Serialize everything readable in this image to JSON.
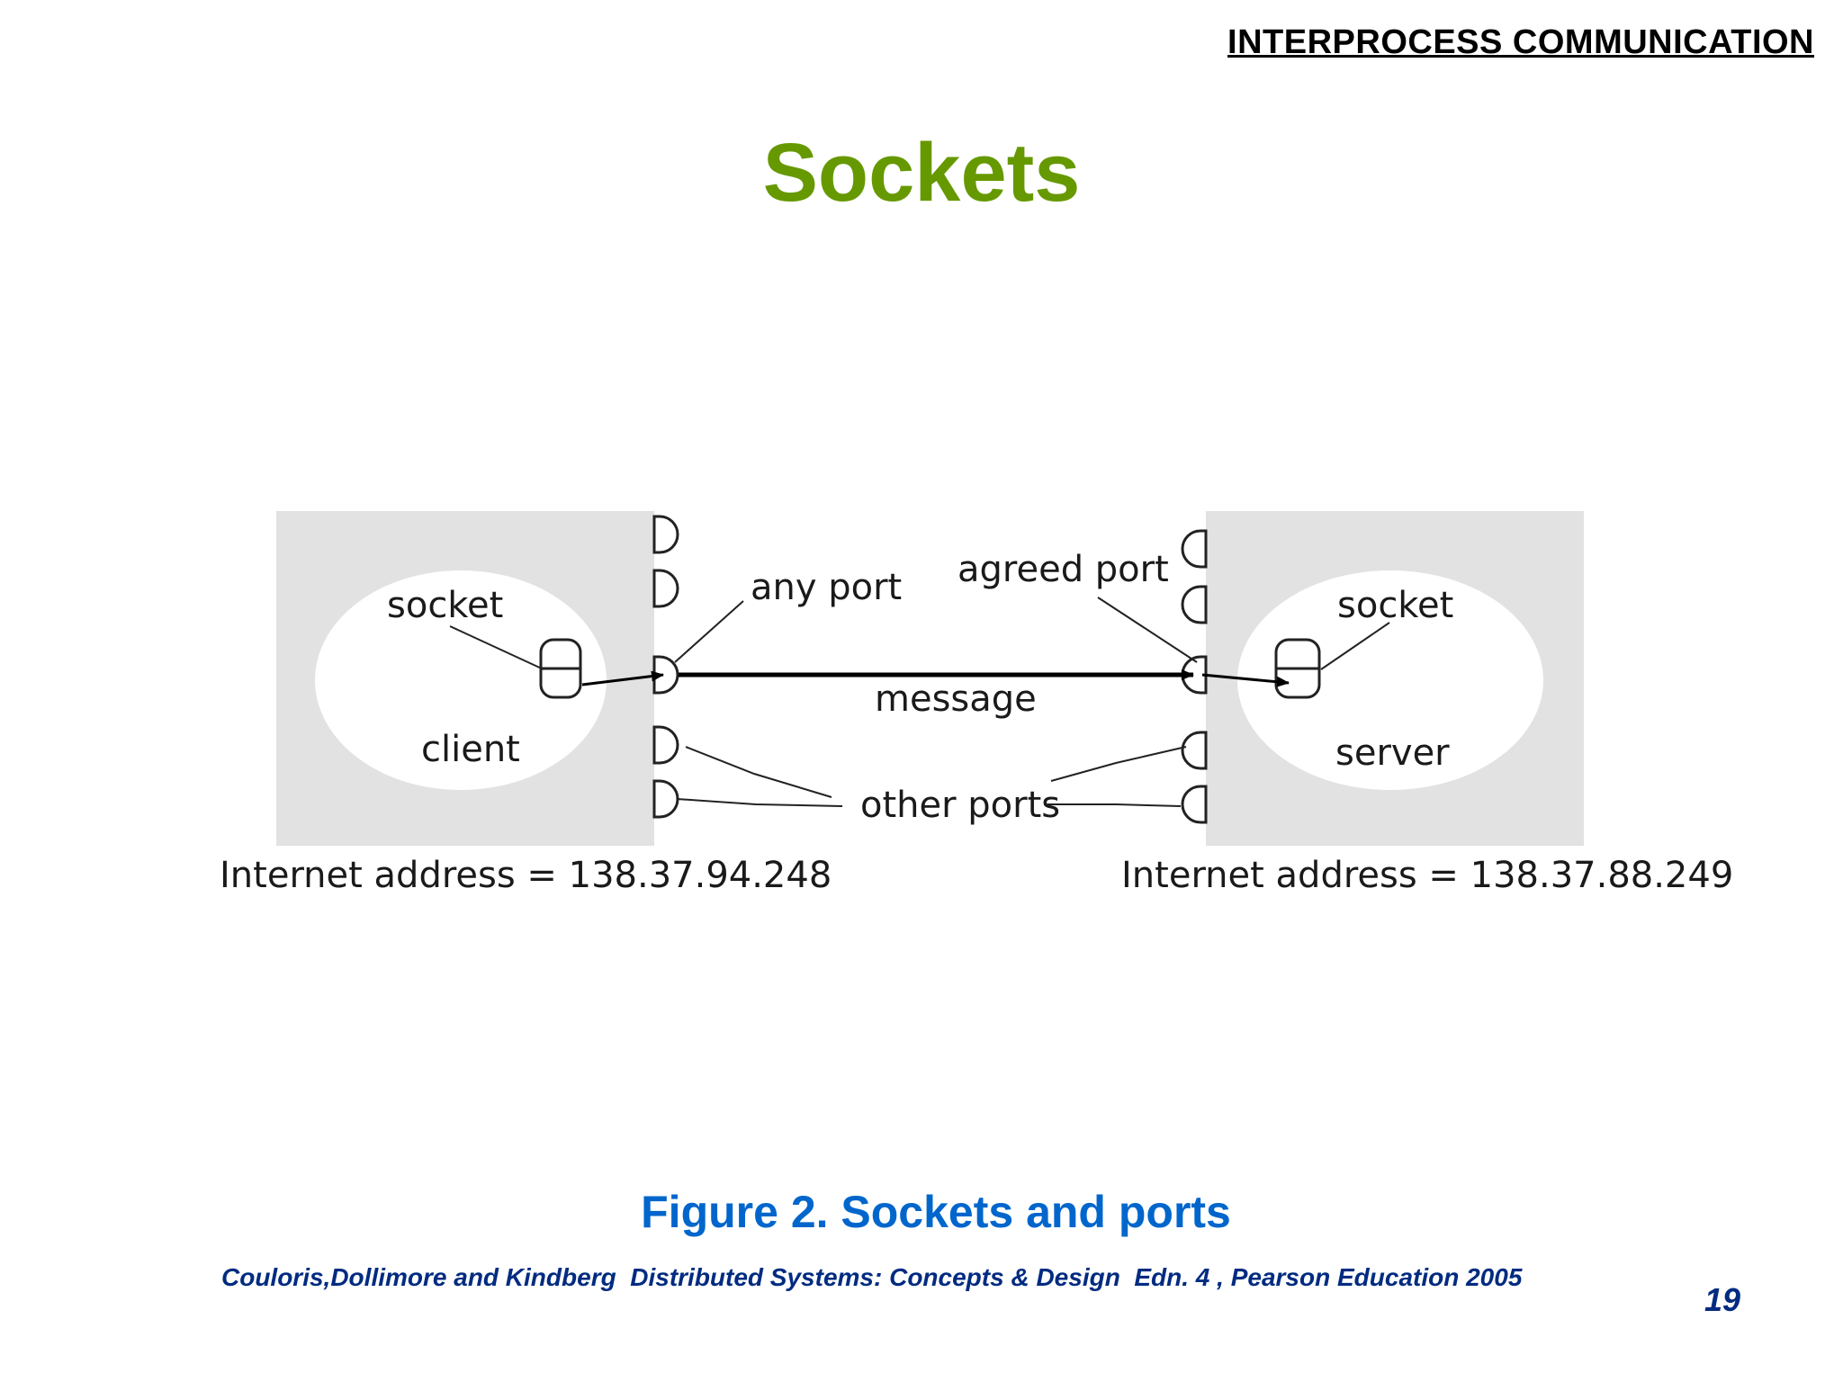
{
  "header": {
    "section": "INTERPROCESS COMMUNICATION"
  },
  "slide": {
    "title": "Sockets"
  },
  "diagram": {
    "client": {
      "socket_label": "socket",
      "process_label": "client",
      "address": "Internet address = 138.37.94.248"
    },
    "server": {
      "socket_label": "socket",
      "process_label": "server",
      "address": "Internet address = 138.37.88.249"
    },
    "labels": {
      "any_port": "any port",
      "agreed_port": "agreed port",
      "message": "message",
      "other_ports": "other ports"
    }
  },
  "caption": "Figure 2. Sockets and ports",
  "citation": "Couloris,Dollimore and Kindberg  Distributed Systems: Concepts & Design  Edn. 4 , Pearson Education 2005",
  "page_number": "19"
}
